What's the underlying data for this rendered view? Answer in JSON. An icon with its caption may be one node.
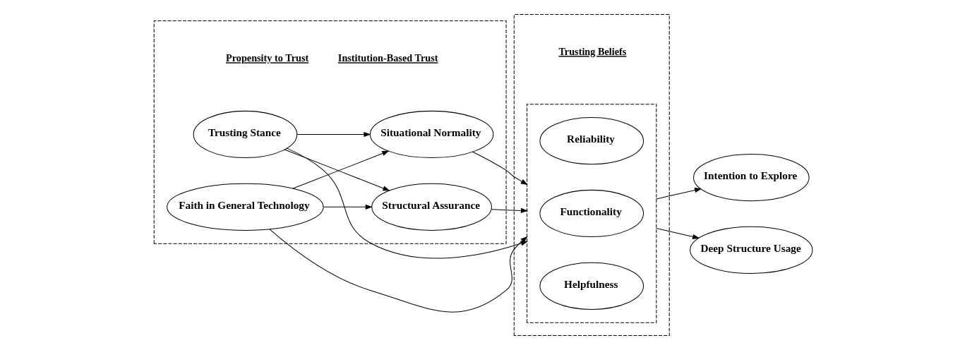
{
  "diagram": {
    "nodes": [
      {
        "text": [
          "Propensity to Trust",
          "Institution-Based Trust"
        ]
      },
      {
        "text": [
          "Trusting Stance"
        ],
        "in": 0
      },
      {
        "text": [
          "Faith in General Technology"
        ],
        "in": 0
      },
      {
        "text": [
          "Structural Assurance"
        ],
        "in": 0
      },
      {
        "text": [
          "Situational Normality"
        ],
        "in": 0
      },
      {
        "text": [
          "Trusting Beliefs"
        ]
      },
      {
        "text": [],
        "shape": "box",
        "in": 5
      },
      {
        "text": [
          "Reliability"
        ],
        "in": 6
      },
      {
        "text": [
          "Functionality"
        ],
        "in": 6
      },
      {
        "text": [
          "Helpfulness"
        ],
        "in": 6
      },
      {
        "text": [
          "Intention to Explore"
        ]
      },
      {
        "text": [
          "Deep Structure Usage"
        ]
      }
    ],
    "edges": [
      {
        "from": 1,
        "to": 6,
        "arrow": "to"
      },
      {
        "from": 1,
        "to": 3,
        "arrow": "to"
      },
      {
        "from": 1,
        "to": 4,
        "arrow": "to"
      },
      {
        "from": 2,
        "to": 3,
        "arrow": "to"
      },
      {
        "from": 2,
        "to": 4,
        "arrow": "to"
      },
      {
        "from": 2,
        "to": 6,
        "arrow": "to"
      },
      {
        "from": 3,
        "to": 6,
        "arrow": "to"
      },
      {
        "from": 4,
        "to": 6,
        "arrow": "to"
      },
      {
        "from": 6,
        "to": 10,
        "arrow": "to"
      },
      {
        "from": 6,
        "to": 11,
        "arrow": "to"
      }
    ]
  }
}
